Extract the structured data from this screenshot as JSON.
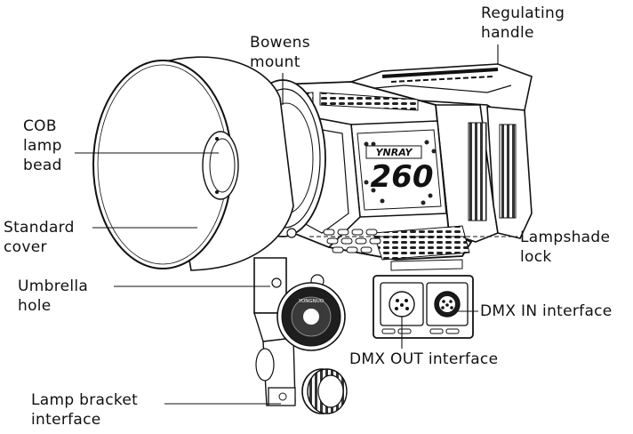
{
  "callouts": {
    "regulating_handle": [
      "Regulating",
      "handle"
    ],
    "bowens_mount": [
      "Bowens",
      "mount"
    ],
    "cob_lamp_bead": [
      "COB",
      "lamp",
      "bead"
    ],
    "standard_cover": [
      "Standard",
      "cover"
    ],
    "umbrella_hole": [
      "Umbrella",
      "hole"
    ],
    "lampshade_lock": [
      "Lampshade",
      "lock"
    ],
    "dmx_in": "DMX IN interface",
    "dmx_out": "DMX OUT interface",
    "lamp_bracket": [
      "Lamp bracket",
      "interface"
    ]
  },
  "product": {
    "brand_badge": "YNRAY",
    "model_badge": "260",
    "knob_brand": "YONGNUO"
  },
  "colors": {
    "ink": "#111111",
    "paper": "#ffffff",
    "shade": "#2a2a2a"
  }
}
